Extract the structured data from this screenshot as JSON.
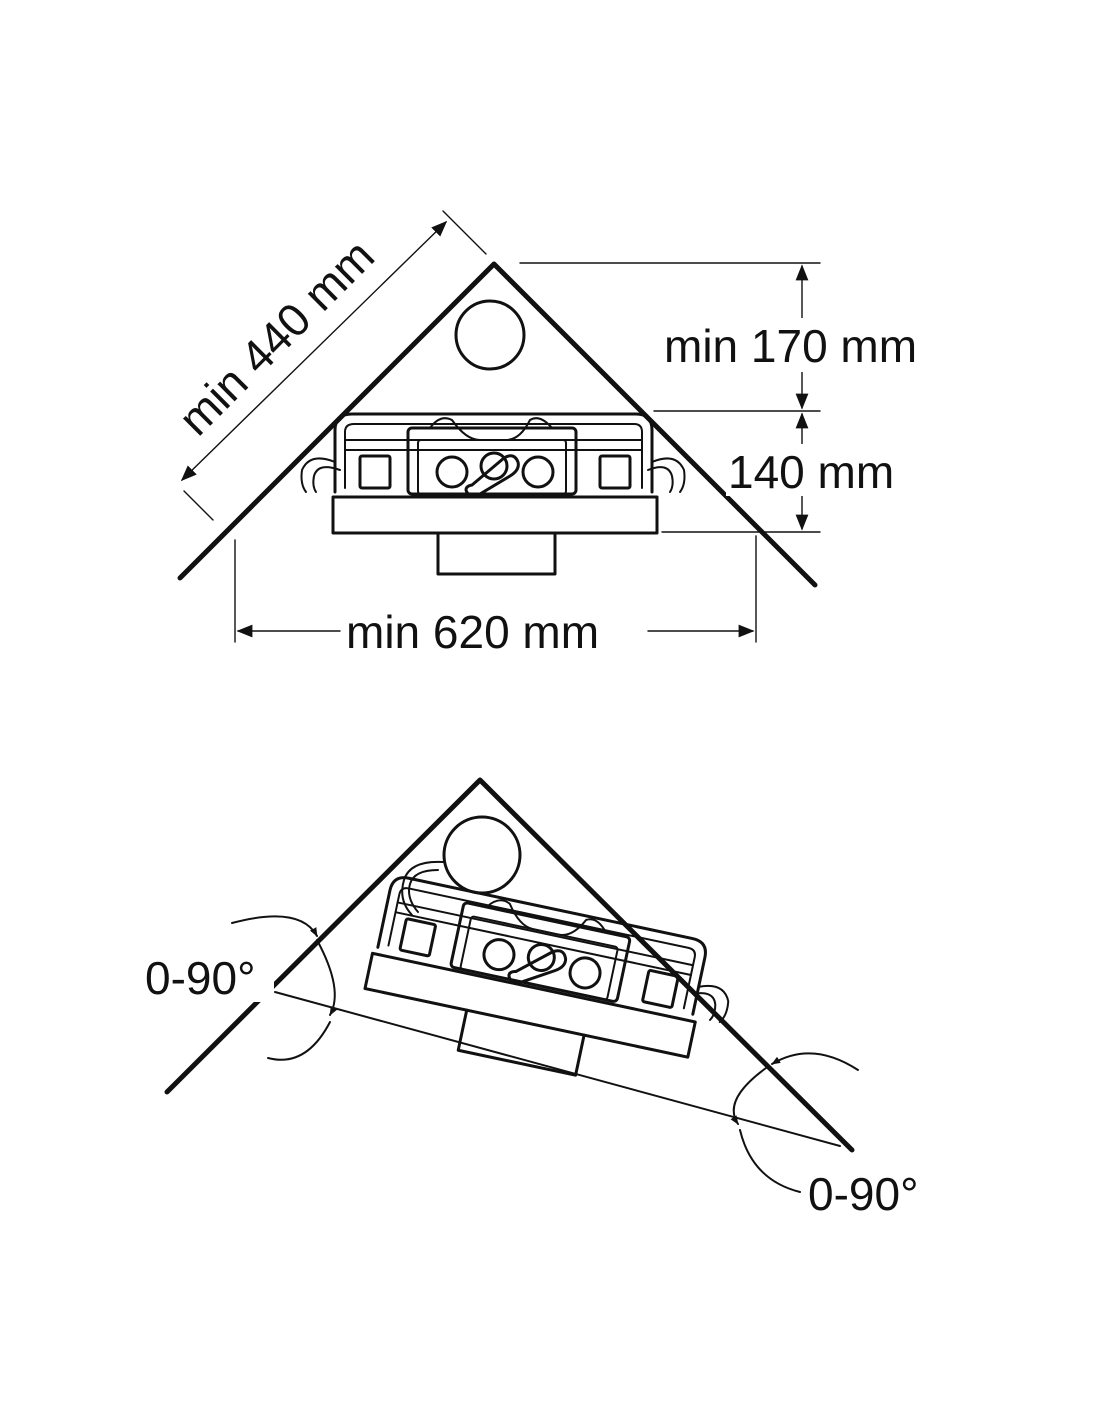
{
  "top_diagram": {
    "dim_diagonal": "min 440 mm",
    "dim_top_depth": "min 170 mm",
    "dim_box_depth": "140 mm",
    "dim_width": "min 620 mm"
  },
  "bottom_diagram": {
    "angle_left": "0-90°",
    "angle_right": "0-90°"
  },
  "colors": {
    "line": "#111111",
    "background": "#ffffff"
  }
}
